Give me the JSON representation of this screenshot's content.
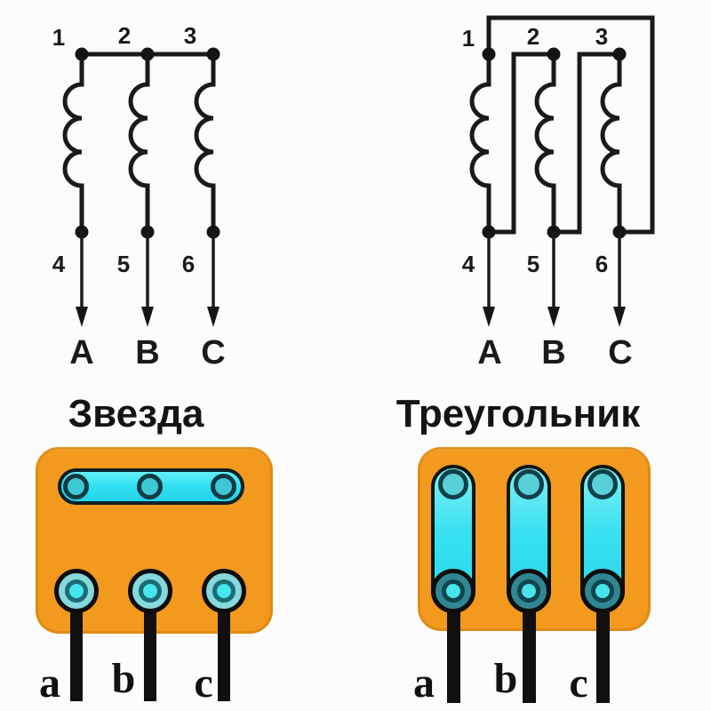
{
  "colors": {
    "orange": "#F2991E",
    "cyan": "#45E7EE",
    "teal": "#1D6B76",
    "line": "#1A1A1A",
    "wire": "#101010"
  },
  "star_section": {
    "title": "Звезда",
    "schematic": {
      "input_terminals": [
        "1",
        "2",
        "3"
      ],
      "output_terminals": [
        "4",
        "5",
        "6"
      ],
      "phase_labels": [
        "A",
        "B",
        "C"
      ]
    },
    "block": {
      "wire_labels": [
        "a",
        "b",
        "c"
      ]
    }
  },
  "delta_section": {
    "title": "Треугольник",
    "schematic": {
      "input_terminals": [
        "1",
        "2",
        "3"
      ],
      "output_terminals": [
        "4",
        "5",
        "6"
      ],
      "phase_labels": [
        "A",
        "B",
        "C"
      ]
    },
    "block": {
      "wire_labels": [
        "a",
        "b",
        "c"
      ]
    }
  }
}
